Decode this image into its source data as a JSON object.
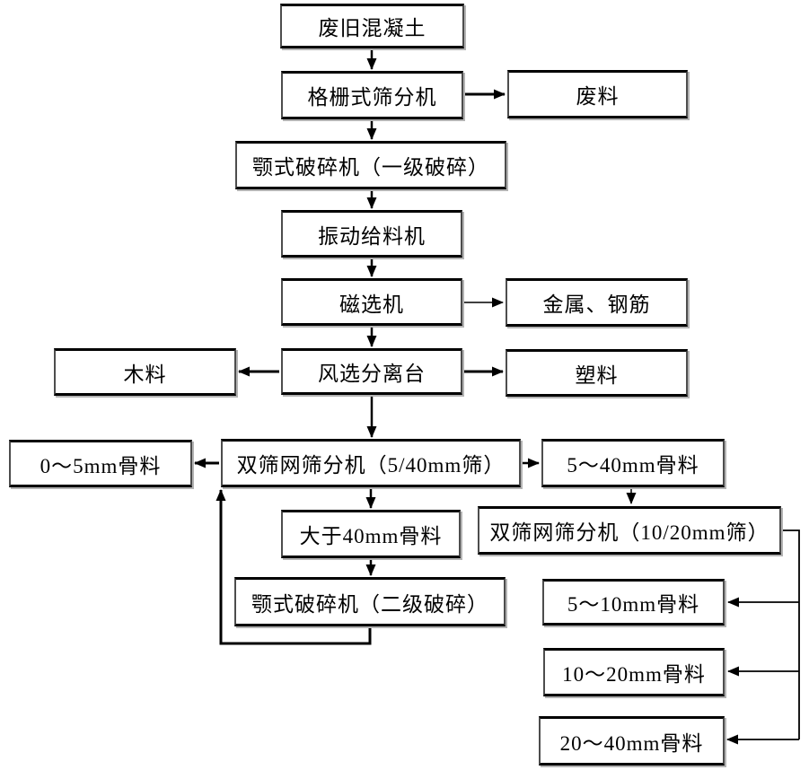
{
  "colors": {
    "background": "#ffffff",
    "box_background": "#ffffff",
    "box_border": "#000000",
    "box_shadow": "#b3b3b3",
    "line": "#000000",
    "text": "#000000"
  },
  "nodes": {
    "waste_concrete": {
      "label": "废旧混凝土"
    },
    "grid_screen": {
      "label": "格栅式筛分机"
    },
    "waste": {
      "label": "废料"
    },
    "jaw_primary": {
      "label": "颚式破碎机（一级破碎）"
    },
    "vibrating_feeder": {
      "label": "振动给料机"
    },
    "magnetic_separator": {
      "label": "磁选机"
    },
    "metal_rebar": {
      "label": "金属、钢筋"
    },
    "wood": {
      "label": "木料"
    },
    "air_separator": {
      "label": "风选分离台"
    },
    "plastic": {
      "label": "塑料"
    },
    "agg_0_5": {
      "label": "0～5mm骨料"
    },
    "sieve_5_40": {
      "label": "双筛网筛分机（5/40mm筛）"
    },
    "agg_5_40": {
      "label": "5～40mm骨料"
    },
    "agg_gt40": {
      "label": "大于40mm骨料"
    },
    "sieve_10_20": {
      "label": "双筛网筛分机（10/20mm筛）"
    },
    "jaw_secondary": {
      "label": "颚式破碎机（二级破碎）"
    },
    "agg_5_10": {
      "label": "5～10mm骨料"
    },
    "agg_10_20": {
      "label": "10～20mm骨料"
    },
    "agg_20_40": {
      "label": "20～40mm骨料"
    }
  },
  "edges": [
    {
      "from": "waste_concrete",
      "to": "grid_screen"
    },
    {
      "from": "grid_screen",
      "to": "waste"
    },
    {
      "from": "grid_screen",
      "to": "jaw_primary"
    },
    {
      "from": "jaw_primary",
      "to": "vibrating_feeder"
    },
    {
      "from": "vibrating_feeder",
      "to": "magnetic_separator"
    },
    {
      "from": "magnetic_separator",
      "to": "metal_rebar"
    },
    {
      "from": "magnetic_separator",
      "to": "air_separator"
    },
    {
      "from": "air_separator",
      "to": "wood"
    },
    {
      "from": "air_separator",
      "to": "plastic"
    },
    {
      "from": "air_separator",
      "to": "sieve_5_40"
    },
    {
      "from": "sieve_5_40",
      "to": "agg_0_5"
    },
    {
      "from": "sieve_5_40",
      "to": "agg_5_40"
    },
    {
      "from": "sieve_5_40",
      "to": "agg_gt40"
    },
    {
      "from": "agg_5_40",
      "to": "sieve_10_20"
    },
    {
      "from": "agg_gt40",
      "to": "jaw_secondary"
    },
    {
      "from": "jaw_secondary",
      "to": "sieve_5_40"
    },
    {
      "from": "sieve_10_20",
      "to": "agg_5_10"
    },
    {
      "from": "sieve_10_20",
      "to": "agg_10_20"
    },
    {
      "from": "sieve_10_20",
      "to": "agg_20_40"
    }
  ]
}
